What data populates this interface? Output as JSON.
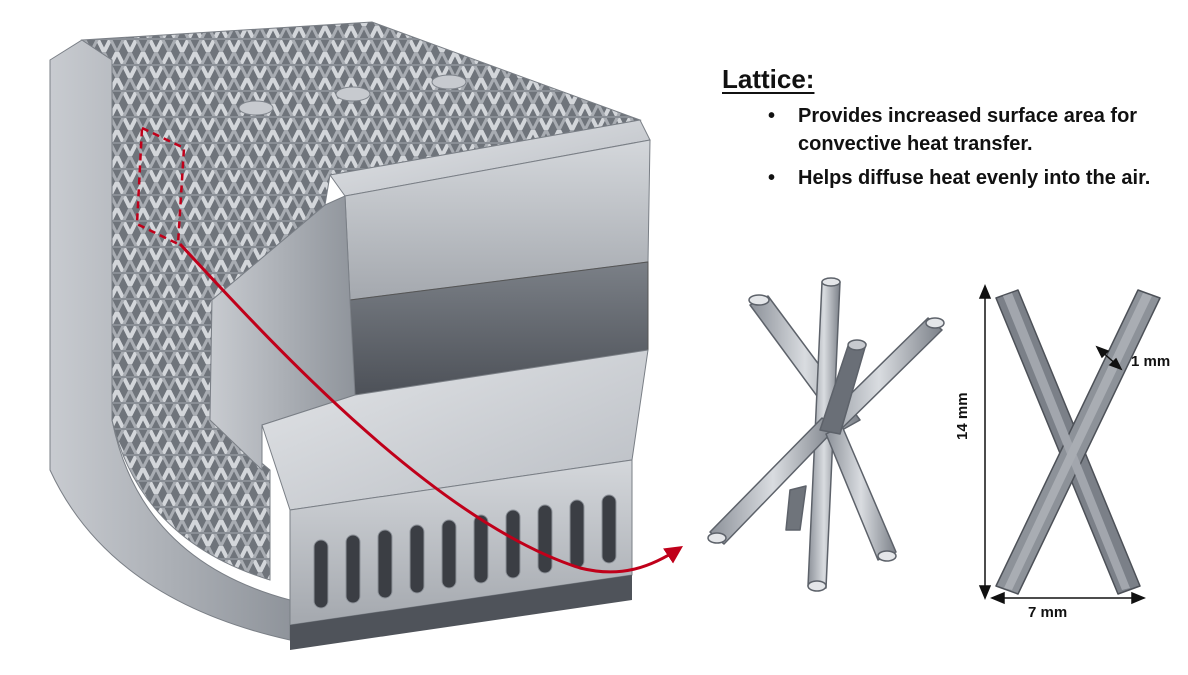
{
  "lattice": {
    "title": "Lattice:",
    "bullets": [
      "Provides increased surface area for convective heat transfer.",
      "Helps diffuse heat evenly into the air."
    ]
  },
  "dimensions": {
    "height": "14 mm",
    "width": "7 mm",
    "thickness": "1 mm"
  },
  "colors": {
    "metal_light": "#c9ccd1",
    "metal_mid": "#9ea3aa",
    "metal_dark": "#5e636b",
    "arrow_red": "#c0001a"
  }
}
